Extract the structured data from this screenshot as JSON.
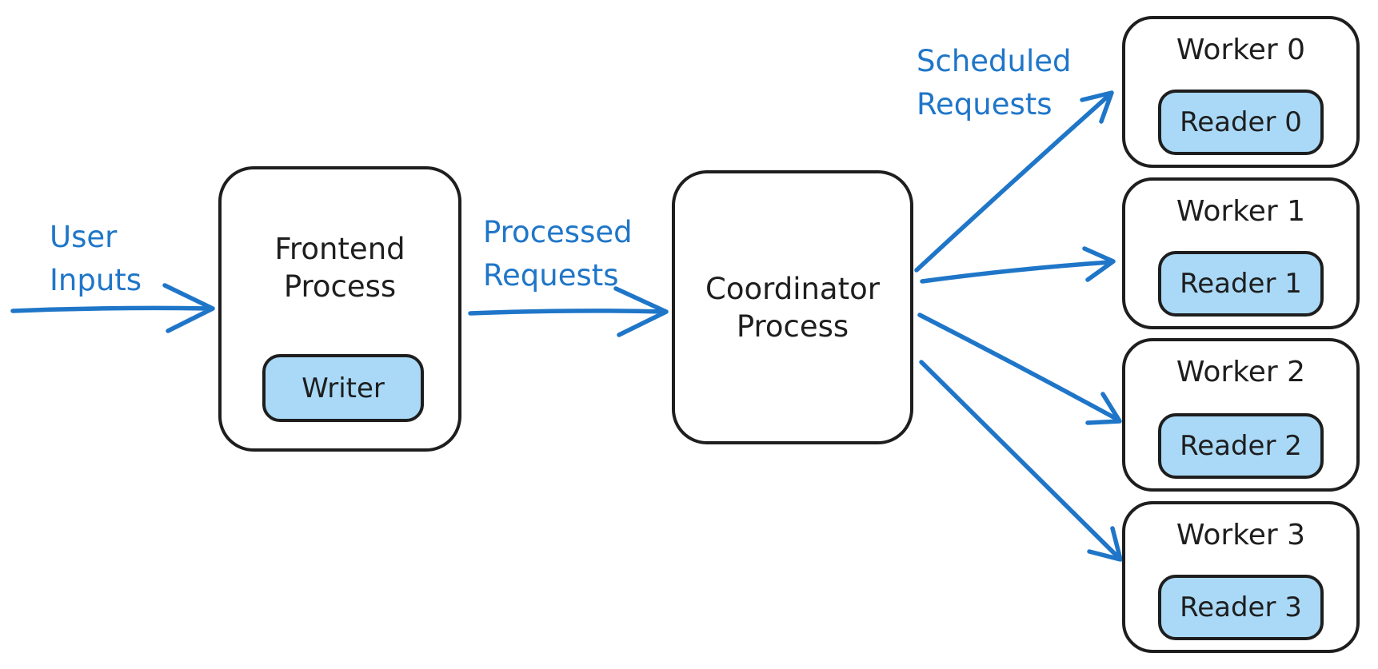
{
  "colors": {
    "blue_accent": "#1f76c8",
    "light_blue_fill": "#a9d9f7",
    "ink": "#1e1e1e",
    "background": "#ffffff"
  },
  "edge_labels": {
    "user_inputs": {
      "line1": "User",
      "line2": "Inputs"
    },
    "processed_requests": {
      "line1": "Processed",
      "line2": "Requests"
    },
    "scheduled_requests": {
      "line1": "Scheduled",
      "line2": "Requests"
    }
  },
  "nodes": {
    "frontend": {
      "line1": "Frontend",
      "line2": "Process",
      "child": "Writer"
    },
    "coordinator": {
      "line1": "Coordinator",
      "line2": "Process"
    },
    "workers": [
      {
        "label": "Worker 0",
        "reader": "Reader 0"
      },
      {
        "label": "Worker 1",
        "reader": "Reader 1"
      },
      {
        "label": "Worker 2",
        "reader": "Reader 2"
      },
      {
        "label": "Worker 3",
        "reader": "Reader 3"
      }
    ]
  }
}
